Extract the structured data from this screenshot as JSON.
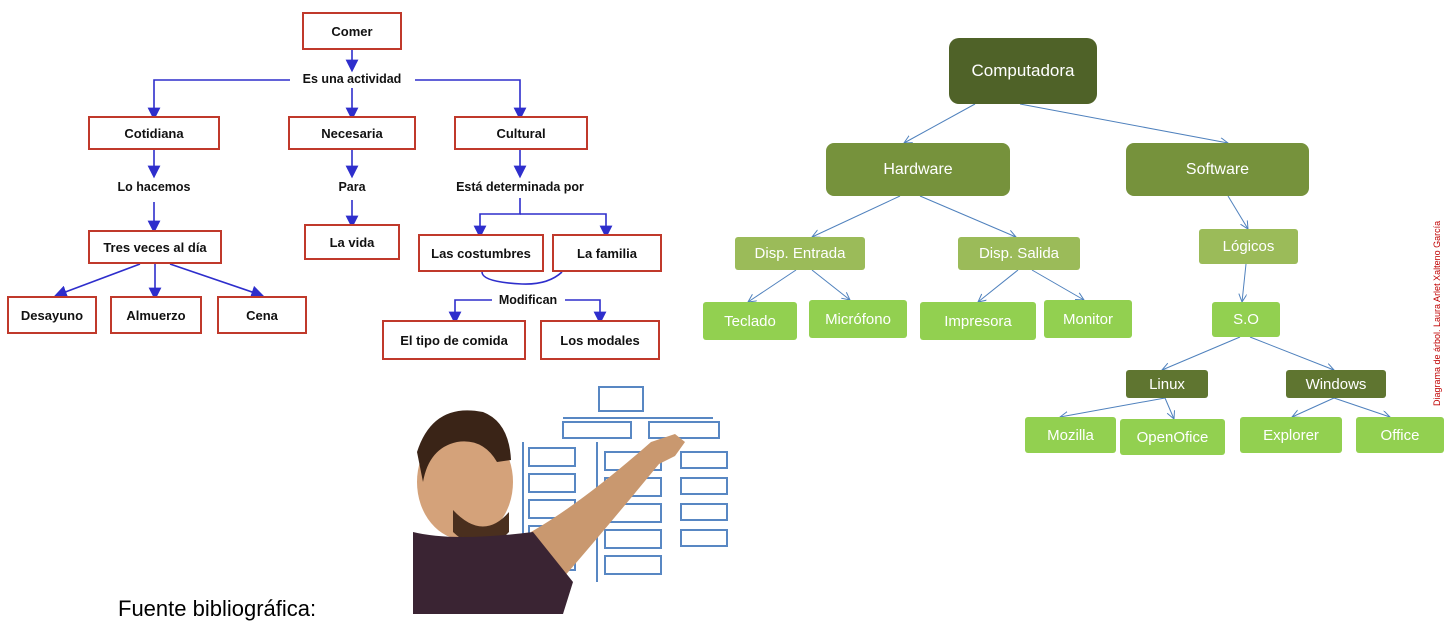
{
  "concept_map": {
    "root": "Comer",
    "link_root": "Es una actividad",
    "branches": {
      "cotidiana": "Cotidiana",
      "necesaria": "Necesaria",
      "cultural": "Cultural"
    },
    "link_cotidiana": "Lo hacemos",
    "tres_veces": "Tres veces al día",
    "meals": [
      "Desayuno",
      "Almuerzo",
      "Cena"
    ],
    "link_necesaria": "Para",
    "la_vida": "La vida",
    "link_cultural": "Está determinada por",
    "cultural_children": [
      "Las costumbres",
      "La familia"
    ],
    "link_modifican": "Modifican",
    "modified": [
      "El tipo de comida",
      "Los modales"
    ]
  },
  "tree": {
    "root": "Computadora",
    "level1": [
      "Hardware",
      "Software"
    ],
    "hardware_children": [
      "Disp. Entrada",
      "Disp. Salida"
    ],
    "entrada_children": [
      "Teclado",
      "Micrófono"
    ],
    "salida_children": [
      "Impresora",
      "Monitor"
    ],
    "software_child": "Lógicos",
    "so": "S.O",
    "os": [
      "Linux",
      "Windows"
    ],
    "linux_children": [
      "Mozilla",
      "OpenOfice"
    ],
    "windows_children": [
      "Explorer",
      "Office"
    ]
  },
  "credit": "Diagrama de árbol. Laura Arlet Xalteno García",
  "caption": "Fuente bibliográfica:",
  "colors": {
    "cm_border": "#c0392b",
    "cm_arrow": "#2e2ecc",
    "tree_dark": "#4f6228",
    "tree_mid": "#76923c",
    "tree_light": "#9bbb59",
    "tree_leaf": "#92d050",
    "tree_line": "#4f81bd"
  }
}
